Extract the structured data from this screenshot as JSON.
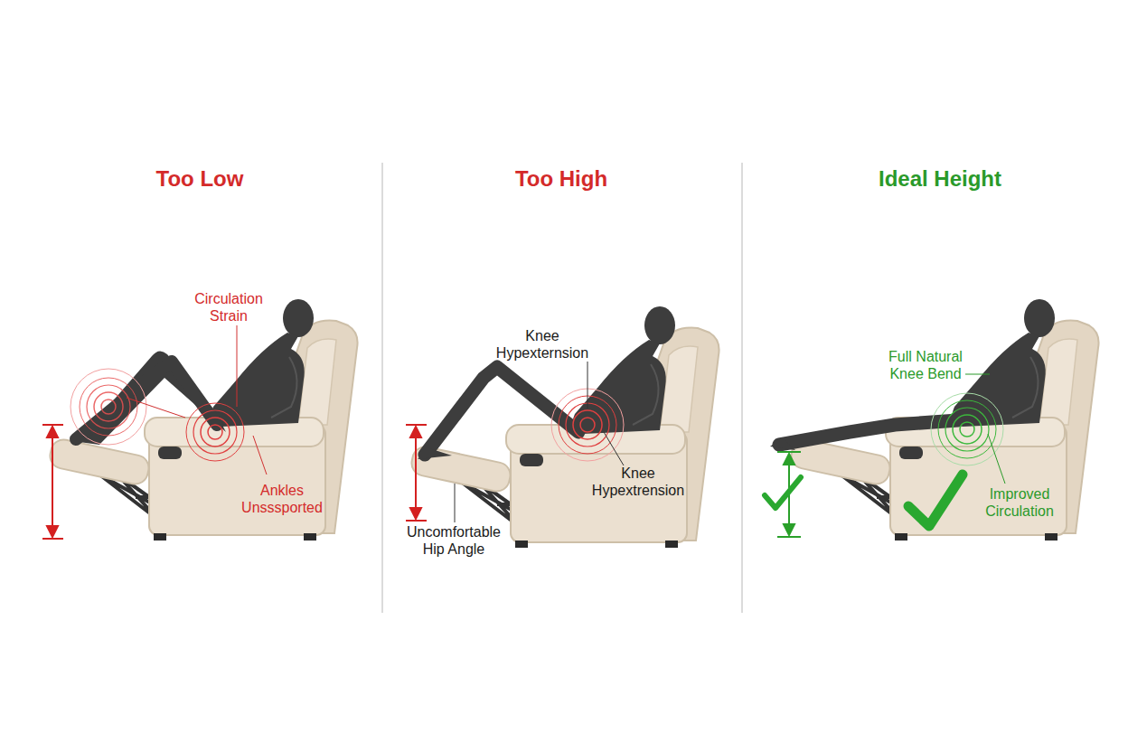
{
  "diagram": {
    "labels": [
      "Too Low",
      "Circulation Strain",
      "Ankles Unsssported",
      "Too High",
      "Knee Hypexternsion",
      "Knee Hypextrension",
      "Uncomfortable Hip Angle",
      "Ideal Height",
      "Full Natural Knee Bend",
      "Improved Circulation"
    ]
  }
}
